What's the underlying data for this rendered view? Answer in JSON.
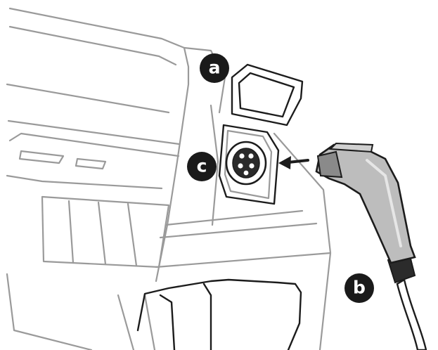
{
  "callouts": {
    "a": {
      "label": "a"
    },
    "b": {
      "label": "b"
    },
    "c": {
      "label": "c"
    }
  },
  "colors": {
    "line": "#9a9a9a",
    "dark": "#1c1c1c",
    "callout_fill": "#1a1a1a",
    "plug_body": "#b9b9b9"
  }
}
